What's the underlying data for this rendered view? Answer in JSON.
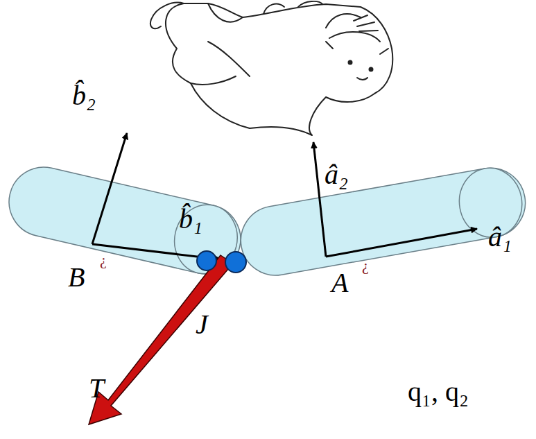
{
  "diagram": {
    "labels": [
      "b̂₂",
      "b̂₁",
      "â₂",
      "â₁",
      "B",
      "¿",
      "A",
      "¿",
      "J",
      "T",
      "q₁, q₂"
    ]
  }
}
